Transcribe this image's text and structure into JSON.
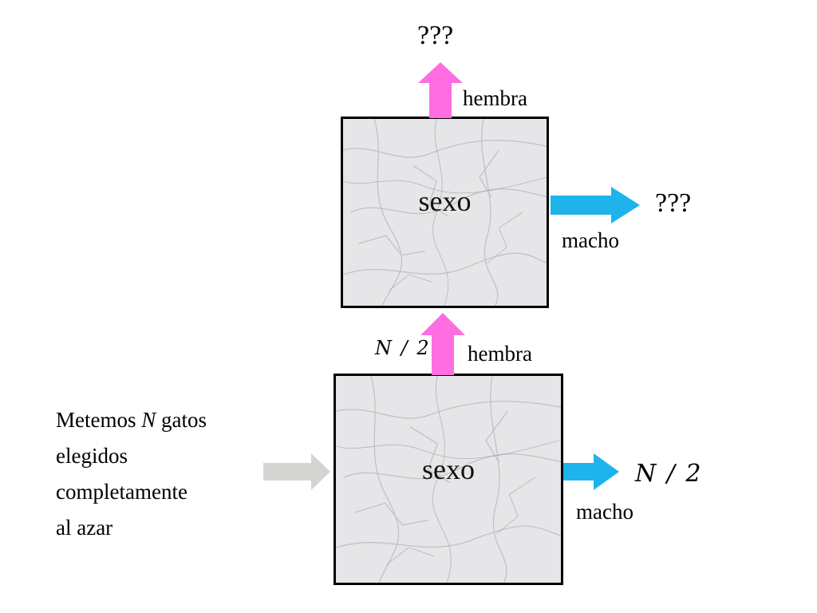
{
  "top_box": {
    "label": "sexo"
  },
  "bottom_box": {
    "label": "sexo"
  },
  "top_output_female": {
    "result": "???",
    "label": "hembra"
  },
  "top_output_male": {
    "result": "???",
    "label": "macho"
  },
  "bottom_output_female": {
    "count": "N / 2",
    "label": "hembra"
  },
  "bottom_output_male": {
    "count": "N / 2",
    "label": "macho"
  },
  "intro": {
    "line1_before": "Metemos",
    "line1_var": "N",
    "line1_after": "gatos",
    "line2": "elegidos",
    "line3": "completamente",
    "line4": "al azar"
  },
  "colors": {
    "female_arrow": "#ff6ee0",
    "male_arrow": "#1fb3ec",
    "input_arrow": "#d4d4d2",
    "box_border": "#000000"
  },
  "icons": {
    "female_arrow": "arrow-up-icon",
    "male_arrow": "arrow-right-icon",
    "input_arrow": "arrow-right-icon"
  }
}
